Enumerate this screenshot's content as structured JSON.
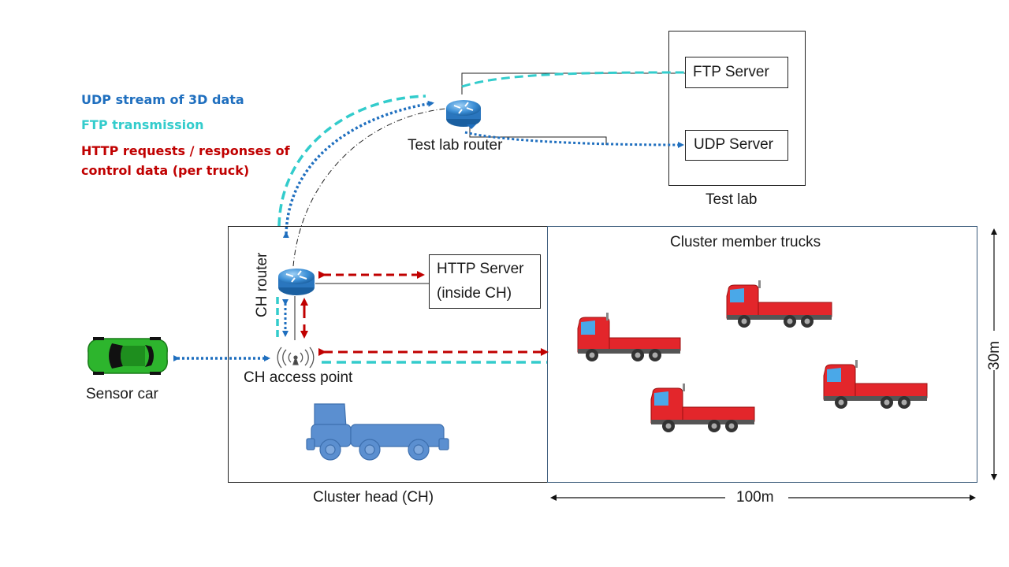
{
  "legend": {
    "udp": "UDP stream of 3D data",
    "ftp": "FTP transmission",
    "http_line1": "HTTP requests / responses of",
    "http_line2": "control data (per truck)"
  },
  "labels": {
    "test_lab_router": "Test lab router",
    "ftp_server": "FTP Server",
    "udp_server": "UDP Server",
    "test_lab": "Test lab",
    "ch_router": "CH router",
    "http_server_line1": "HTTP Server",
    "http_server_line2": "(inside CH)",
    "ch_access_point": "CH access point",
    "sensor_car": "Sensor car",
    "cluster_head": "Cluster head (CH)",
    "cluster_member_trucks": "Cluster member trucks",
    "width_100m": "100m",
    "height_30m": "30m"
  },
  "colors": {
    "udp": "#1f6fbf",
    "ftp": "#33cccc",
    "http": "#c00000",
    "truck_red": "#e3262b",
    "truck_blue": "#5b8fd0",
    "car_green": "#2db52d"
  },
  "icons": {
    "router": "router-icon",
    "access_point": "antenna-icon",
    "car": "car-icon",
    "truck": "truck-icon"
  }
}
